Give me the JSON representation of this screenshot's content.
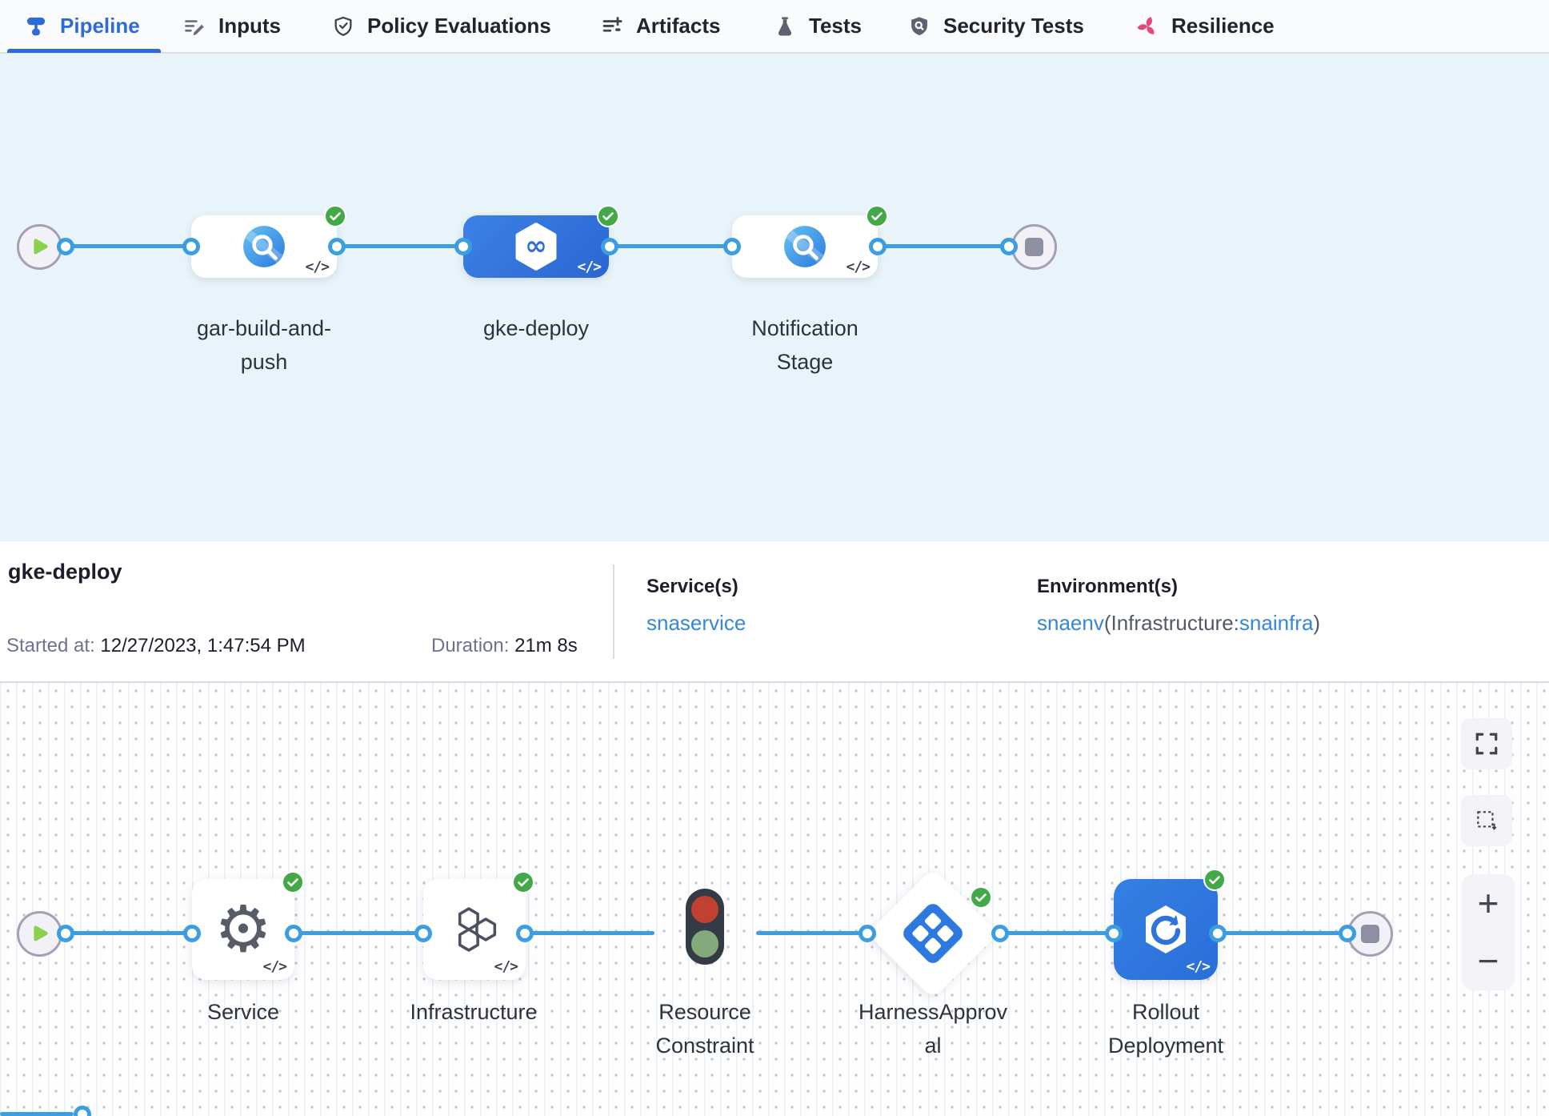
{
  "tabs": {
    "items": [
      {
        "label": "Pipeline",
        "icon": "pipeline-icon",
        "active": true
      },
      {
        "label": "Inputs",
        "icon": "inputs-icon",
        "active": false
      },
      {
        "label": "Policy Evaluations",
        "icon": "policy-shield-icon",
        "active": false
      },
      {
        "label": "Artifacts",
        "icon": "artifacts-list-plus-icon",
        "active": false
      },
      {
        "label": "Tests",
        "icon": "flask-icon",
        "active": false
      },
      {
        "label": "Security Tests",
        "icon": "security-shield-icon",
        "active": false
      },
      {
        "label": "Resilience",
        "icon": "resilience-pinwheel-icon",
        "active": false
      }
    ]
  },
  "stage_pipeline": {
    "stages": [
      {
        "name": "gar-build-and-push",
        "label_lines": [
          "gar-build-and-",
          "push"
        ],
        "type": "build",
        "status": "success",
        "selected": false
      },
      {
        "name": "gke-deploy",
        "label_lines": [
          "gke-deploy"
        ],
        "type": "deploy",
        "status": "success",
        "selected": true
      },
      {
        "name": "Notification Stage",
        "label_lines": [
          "Notification",
          "Stage"
        ],
        "type": "custom",
        "status": "success",
        "selected": false
      }
    ]
  },
  "details": {
    "title": "gke-deploy",
    "started_label": "Started at:",
    "started_value": "12/27/2023, 1:47:54 PM",
    "duration_label": "Duration:",
    "duration_value": "21m 8s",
    "services_label": "Service(s)",
    "services_value": "snaservice",
    "environments_label": "Environment(s)",
    "env_link1": "snaenv",
    "env_mid": "(Infrastructure:",
    "env_link2": "snainfra",
    "env_close": ")"
  },
  "execution_graph": {
    "steps": [
      {
        "name": "Service",
        "label_lines": [
          "Service"
        ],
        "icon": "gear-icon",
        "status": "success"
      },
      {
        "name": "Infrastructure",
        "label_lines": [
          "Infrastructure"
        ],
        "icon": "hexagons-icon",
        "status": "success"
      },
      {
        "name": "Resource Constraint",
        "label_lines": [
          "Resource",
          "Constraint"
        ],
        "icon": "traffic-light-icon",
        "status": "none"
      },
      {
        "name": "HarnessApproval",
        "label_lines": [
          "HarnessApprov",
          "al"
        ],
        "icon": "approval-diamond-icon",
        "status": "success"
      },
      {
        "name": "Rollout Deployment",
        "label_lines": [
          "Rollout",
          "Deployment"
        ],
        "icon": "rollout-icon",
        "status": "success"
      }
    ]
  },
  "glyphs": {
    "code": "</>",
    "zoom_in": "+",
    "zoom_out": "−",
    "gear": "⚙",
    "infinity": "∞"
  },
  "colors": {
    "accent_blue": "#2e6bd6",
    "connector_blue": "#3b9ee2",
    "selected_card_blue": "#2e72da",
    "success_green": "#42a848",
    "link_blue": "#3487dc",
    "resilience_pink": "#e8477e",
    "stage_section_bg": "#e8f4f9"
  }
}
